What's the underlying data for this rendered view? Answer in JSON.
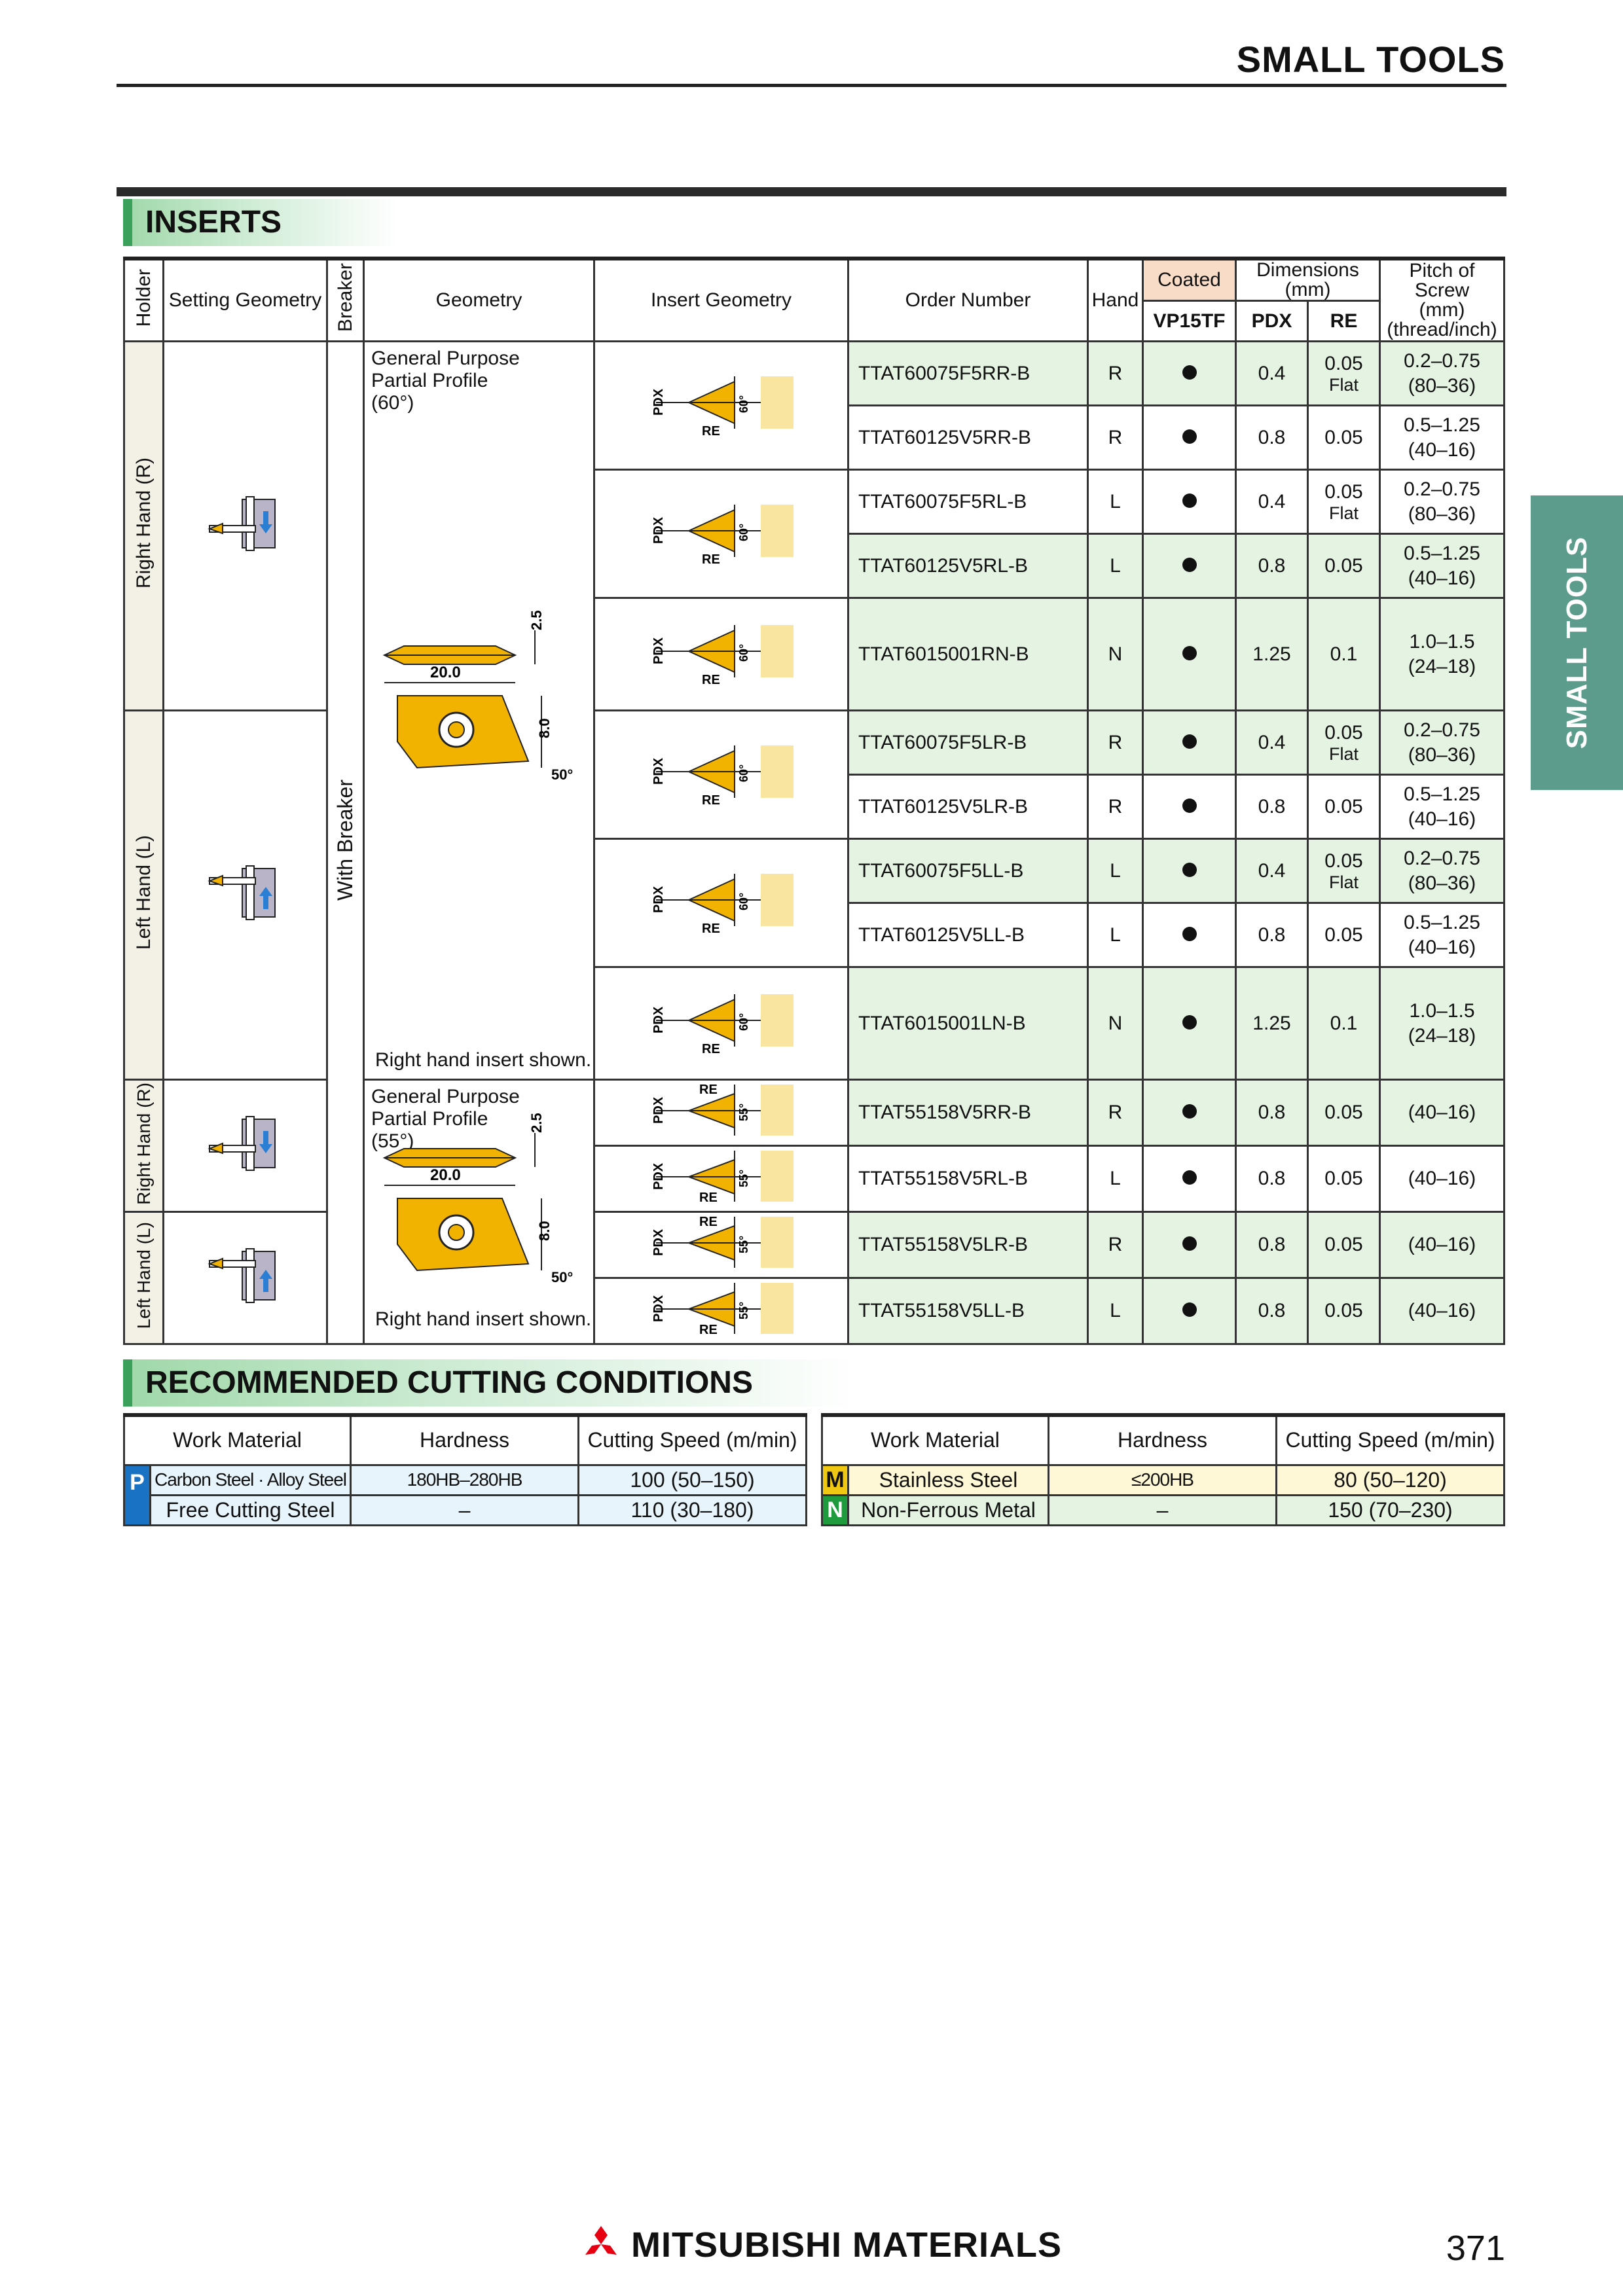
{
  "header": {
    "section_title": "SMALL TOOLS"
  },
  "side_tab": {
    "label": "SMALL TOOLS"
  },
  "inserts": {
    "title": "INSERTS",
    "columns": {
      "holder": "Holder",
      "setting_geometry": "Setting Geometry",
      "breaker": "Breaker",
      "geometry": "Geometry",
      "insert_geometry": "Insert Geometry",
      "order_number": "Order Number",
      "hand": "Hand",
      "coated": "Coated",
      "vp15tf": "VP15TF",
      "dimensions": "Dimensions (mm)",
      "pdx": "PDX",
      "re": "RE",
      "pitch_line1": "Pitch of Screw",
      "pitch_line2": "(mm)",
      "pitch_line3": "(thread/inch)"
    },
    "holders": {
      "right": "Right Hand (R)",
      "left": "Left Hand (L)",
      "right2": "Right Hand (R)",
      "left2": "Left Hand (L)"
    },
    "breaker": "With Breaker",
    "geometry": {
      "g60_line1": "General Purpose",
      "g60_line2": "Partial Profile",
      "g60_line3": "(60°)",
      "g55_line1": "General Purpose",
      "g55_line2": "Partial Profile",
      "g55_line3": "(55°)",
      "note": "Right hand insert shown.",
      "dim_20": "20.0",
      "dim_25": "2.5",
      "dim_80": "8.0",
      "dim_50": "50°"
    },
    "insert_labels": {
      "pdx": "PDX",
      "re": "RE",
      "a60": "60°",
      "a55": "55°"
    },
    "rows": [
      {
        "order": "TTAT60075F5RR-B",
        "hand": "R",
        "pdx": "0.4",
        "re1": "0.05",
        "re2": "Flat",
        "p1": "0.2–0.75",
        "p2": "(80–36)"
      },
      {
        "order": "TTAT60125V5RR-B",
        "hand": "R",
        "pdx": "0.8",
        "re1": "0.05",
        "re2": "",
        "p1": "0.5–1.25",
        "p2": "(40–16)"
      },
      {
        "order": "TTAT60075F5RL-B",
        "hand": "L",
        "pdx": "0.4",
        "re1": "0.05",
        "re2": "Flat",
        "p1": "0.2–0.75",
        "p2": "(80–36)"
      },
      {
        "order": "TTAT60125V5RL-B",
        "hand": "L",
        "pdx": "0.8",
        "re1": "0.05",
        "re2": "",
        "p1": "0.5–1.25",
        "p2": "(40–16)"
      },
      {
        "order": "TTAT6015001RN-B",
        "hand": "N",
        "pdx": "1.25",
        "re1": "0.1",
        "re2": "",
        "p1": "1.0–1.5",
        "p2": "(24–18)"
      },
      {
        "order": "TTAT60075F5LR-B",
        "hand": "R",
        "pdx": "0.4",
        "re1": "0.05",
        "re2": "Flat",
        "p1": "0.2–0.75",
        "p2": "(80–36)"
      },
      {
        "order": "TTAT60125V5LR-B",
        "hand": "R",
        "pdx": "0.8",
        "re1": "0.05",
        "re2": "",
        "p1": "0.5–1.25",
        "p2": "(40–16)"
      },
      {
        "order": "TTAT60075F5LL-B",
        "hand": "L",
        "pdx": "0.4",
        "re1": "0.05",
        "re2": "Flat",
        "p1": "0.2–0.75",
        "p2": "(80–36)"
      },
      {
        "order": "TTAT60125V5LL-B",
        "hand": "L",
        "pdx": "0.8",
        "re1": "0.05",
        "re2": "",
        "p1": "0.5–1.25",
        "p2": "(40–16)"
      },
      {
        "order": "TTAT6015001LN-B",
        "hand": "N",
        "pdx": "1.25",
        "re1": "0.1",
        "re2": "",
        "p1": "1.0–1.5",
        "p2": "(24–18)"
      },
      {
        "order": "TTAT55158V5RR-B",
        "hand": "R",
        "pdx": "0.8",
        "re1": "0.05",
        "re2": "",
        "p1": "(40–16)",
        "p2": ""
      },
      {
        "order": "TTAT55158V5RL-B",
        "hand": "L",
        "pdx": "0.8",
        "re1": "0.05",
        "re2": "",
        "p1": "(40–16)",
        "p2": ""
      },
      {
        "order": "TTAT55158V5LR-B",
        "hand": "R",
        "pdx": "0.8",
        "re1": "0.05",
        "re2": "",
        "p1": "(40–16)",
        "p2": ""
      },
      {
        "order": "TTAT55158V5LL-B",
        "hand": "L",
        "pdx": "0.8",
        "re1": "0.05",
        "re2": "",
        "p1": "(40–16)",
        "p2": ""
      }
    ]
  },
  "cutting": {
    "title": "RECOMMENDED CUTTING CONDITIONS",
    "headers": {
      "work_material": "Work Material",
      "hardness": "Hardness",
      "speed": "Cutting Speed (m/min)"
    },
    "left": [
      {
        "label": "P",
        "material": "Carbon Steel · Alloy Steel",
        "hardness": "180HB–280HB",
        "speed": "100 (50–150)"
      },
      {
        "label": "",
        "material": "Free Cutting Steel",
        "hardness": "–",
        "speed": "110 (30–180)"
      }
    ],
    "right": [
      {
        "label": "M",
        "material": "Stainless Steel",
        "hardness": "≤200HB",
        "speed": "80 (50–120)"
      },
      {
        "label": "N",
        "material": "Non-Ferrous Metal",
        "hardness": "–",
        "speed": "150 (70–230)"
      }
    ],
    "label_colors": {
      "P": "#1a72c4",
      "M": "#f0c814",
      "N": "#1f9a3c"
    }
  },
  "footer": {
    "brand": "MITSUBISHI MATERIALS",
    "page": "371"
  },
  "colors": {
    "insert_yellow": "#f2b300",
    "holder_blue": "#2a7fd4",
    "green_row": "#e4f3e2",
    "accent_teal": "#5c9c8c"
  }
}
